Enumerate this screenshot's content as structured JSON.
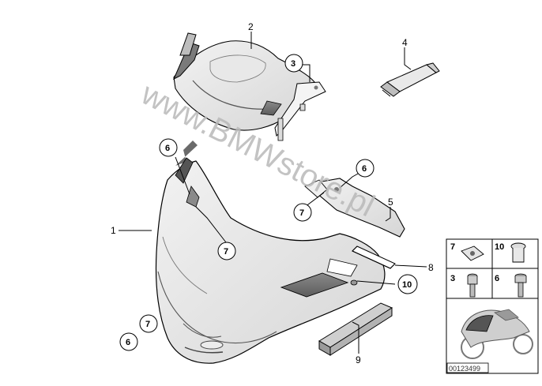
{
  "diagram": {
    "watermark": "www.BMWstore.pl",
    "reference_number": "00123499",
    "callouts": {
      "part_1": "1",
      "part_2": "2",
      "part_3": "3",
      "part_4": "4",
      "part_5": "5",
      "part_6_a": "6",
      "part_6_b": "6",
      "part_6_c": "6",
      "part_7_a": "7",
      "part_7_b": "7",
      "part_7_c": "7",
      "part_8": "8",
      "part_9": "9",
      "part_10": "10"
    },
    "legend": {
      "cell_1": "7",
      "cell_2": "10",
      "cell_3": "3",
      "cell_4": "6"
    }
  }
}
